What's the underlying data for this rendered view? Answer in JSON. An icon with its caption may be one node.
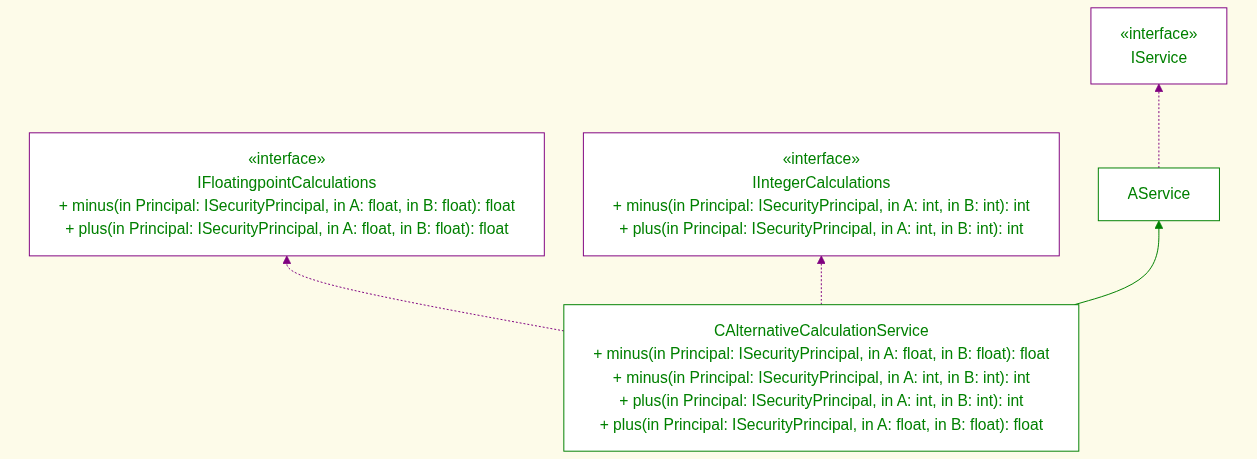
{
  "diagram": {
    "nodes": [
      {
        "text": [
          "«interface»",
          "IFloatingpointCalculations",
          "+ minus(in Principal: ISecurityPrincipal, in A: float, in B: float): float",
          "+ plus(in Principal: ISecurityPrincipal, in A: float, in B: float): float"
        ]
      },
      {
        "text": [
          "«interface»",
          "IService"
        ]
      },
      {
        "text": [
          "«interface»",
          "IIntegerCalculations",
          "+ minus(in Principal: ISecurityPrincipal, in A: int, in B: int): int",
          "+ plus(in Principal: ISecurityPrincipal, in A: int, in B: int): int"
        ]
      },
      {
        "text": [
          "AService"
        ]
      },
      {
        "text": [
          "CAlternativeCalculationService",
          "+ minus(in Principal: ISecurityPrincipal, in A: float, in B: float): float",
          "+ minus(in Principal: ISecurityPrincipal, in A: int, in B: int): int",
          "+ plus(in Principal: ISecurityPrincipal, in A: int, in B: int): int",
          "+ plus(in Principal: ISecurityPrincipal, in A: float, in B: float): float"
        ]
      }
    ],
    "edges": [
      {
        "from": 3,
        "to": 1,
        "arrow": "to",
        "style": "dashed"
      },
      {
        "from": 4,
        "to": 0,
        "arrow": "to",
        "style": "dashed"
      },
      {
        "from": 4,
        "to": 3,
        "arrow": "to",
        "color": "#008000"
      },
      {
        "from": 4,
        "to": 2,
        "arrow": "to",
        "style": "dashed"
      }
    ]
  }
}
